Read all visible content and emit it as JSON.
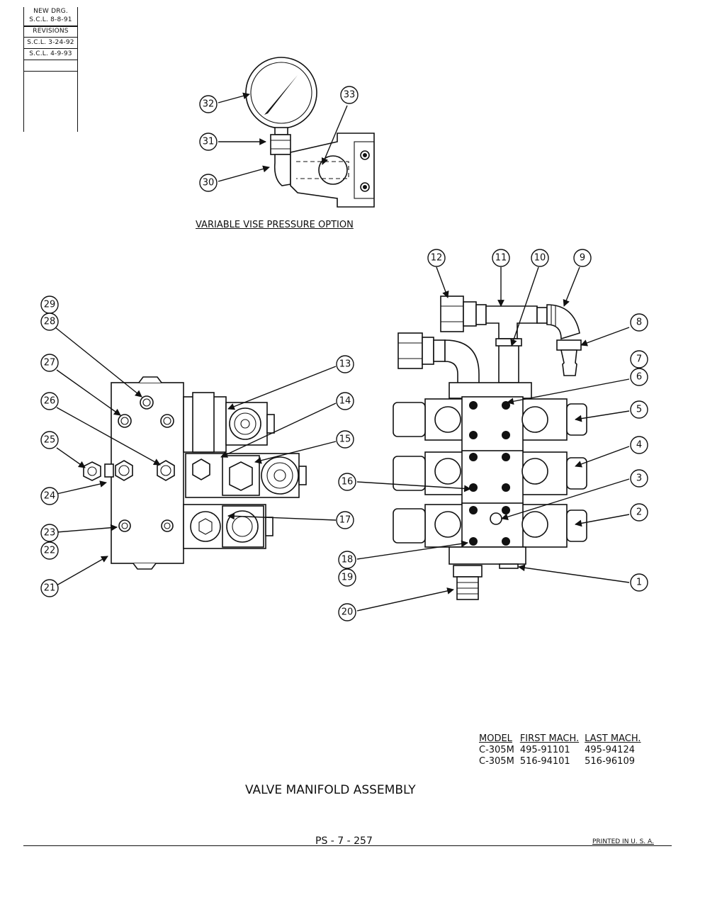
{
  "revision_block": {
    "lines": [
      "NEW DRG.",
      "S.C.L. 8-8-91",
      "REVISIONS",
      "S.C.L. 3-24-92",
      "S.C.L. 4-9-93"
    ]
  },
  "option_caption": "VARIABLE VISE PRESSURE OPTION",
  "callouts": {
    "c1": "1",
    "c2": "2",
    "c3": "3",
    "c4": "4",
    "c5": "5",
    "c6": "6",
    "c7": "7",
    "c8": "8",
    "c9": "9",
    "c10": "10",
    "c11": "11",
    "c12": "12",
    "c13": "13",
    "c14": "14",
    "c15": "15",
    "c16": "16",
    "c17": "17",
    "c18": "18",
    "c19": "19",
    "c20": "20",
    "c21": "21",
    "c22": "22",
    "c23": "23",
    "c24": "24",
    "c25": "25",
    "c26": "26",
    "c27": "27",
    "c28": "28",
    "c29": "29",
    "c30": "30",
    "c31": "31",
    "c32": "32",
    "c33": "33"
  },
  "model_table": {
    "headers": [
      "MODEL",
      "FIRST MACH.",
      "LAST MACH."
    ],
    "rows": [
      [
        "C-305M",
        "495-91101",
        "495-94124"
      ],
      [
        "C-305M",
        "516-94101",
        "516-96109"
      ]
    ]
  },
  "title": "VALVE MANIFOLD ASSEMBLY",
  "page_number": "PS - 7 - 257",
  "printed": "PRINTED IN U. S. A."
}
